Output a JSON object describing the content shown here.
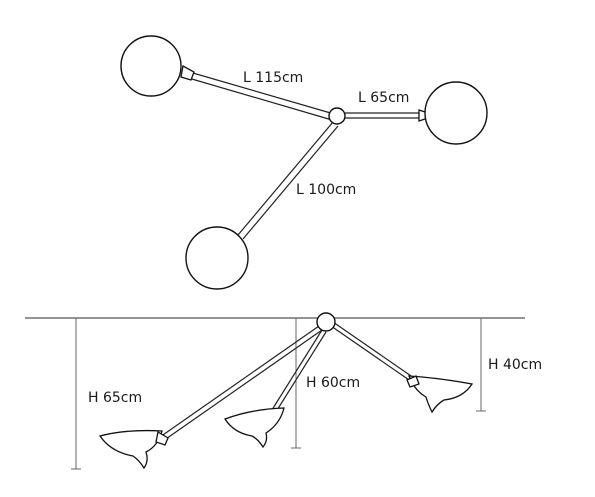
{
  "top_view": {
    "labels": {
      "arm_long": "L 115cm",
      "arm_short": "L 65cm",
      "arm_mid": "L 100cm"
    }
  },
  "side_view": {
    "labels": {
      "height_left": "H 65cm",
      "height_middle": "H 60cm",
      "height_right": "H 40cm"
    }
  }
}
